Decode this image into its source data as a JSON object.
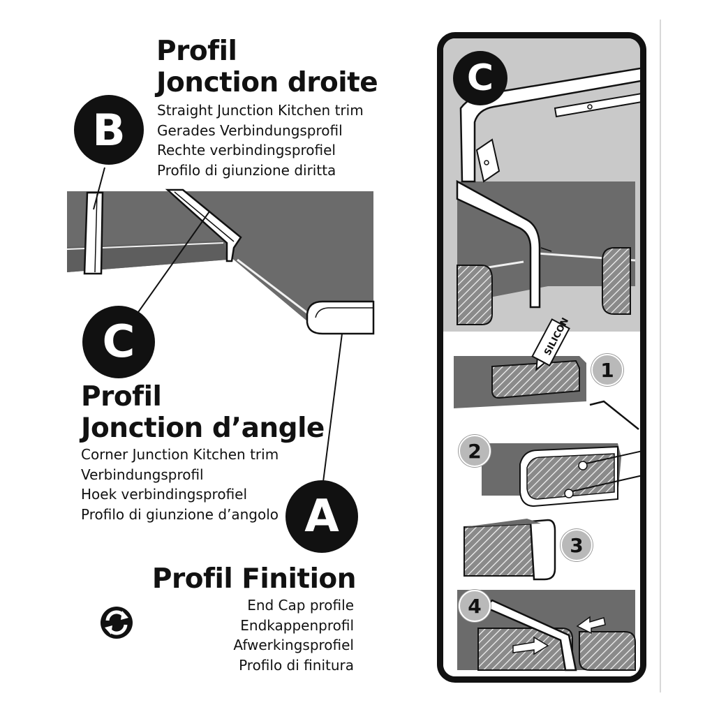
{
  "profile_b": {
    "badge": "B",
    "title_line1": "Profil",
    "title_line2": "Jonction droite",
    "lines": [
      "Straight Junction Kitchen trim",
      "Gerades Verbindungsprofil",
      "Rechte verbindingsprofiel",
      "Profilo di giunzione diritta"
    ]
  },
  "profile_c": {
    "badge": "C",
    "title_line1": "Profil",
    "title_line2": "Jonction d’angle",
    "lines": [
      "Corner Junction Kitchen trim",
      "Verbindungsprofil",
      "Hoek verbindingsprofiel",
      "Profilo di giunzione d’angolo"
    ]
  },
  "profile_a": {
    "badge": "A",
    "title": "Profil Finition",
    "lines": [
      "End Cap profile",
      "Endkappenprofil",
      "Afwerkingsprofiel",
      "Profilo di finitura"
    ]
  },
  "panel": {
    "badge": "C",
    "silicon_label": "SILICON",
    "steps": [
      "1",
      "2",
      "3",
      "4"
    ]
  },
  "icons": {
    "recycle": "recycle-icon"
  },
  "colors": {
    "ink": "#111111",
    "worktop": "#6b6b6b",
    "panel_bg": "#c9c9c9",
    "step_badge": "#b9b9b9"
  }
}
